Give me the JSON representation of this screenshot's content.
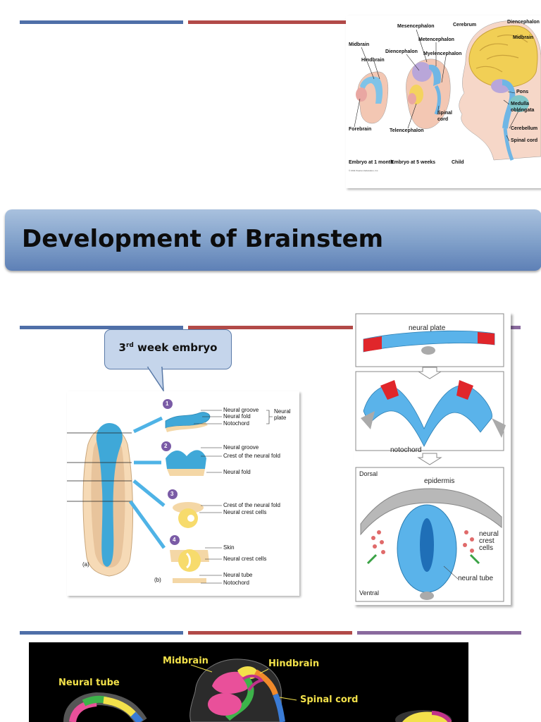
{
  "title": "Development of Brainstem",
  "callout": {
    "ordinal": "3",
    "superscript": "rd",
    "text": " week embryo"
  },
  "figure_brain_development": {
    "labels": {
      "midbrain": "Midbrain",
      "hindbrain": "Hindbrain",
      "forebrain": "Forebrain",
      "mesencephalon": "Mesencephalon",
      "metencephalon": "Metencephalon",
      "diencephalon": "Diencephalon",
      "myelencephalon": "Myelencephalon",
      "spinal_cord": "Spinal cord",
      "telencephalon": "Telencephalon",
      "cerebrum": "Cerebrum",
      "diencephalon_right": "Diencephalon",
      "midbrain_right": "Midbrain",
      "pons": "Pons",
      "medulla": "Medulla oblongata",
      "cerebellum": "Cerebellum",
      "spinalcord_right": "Spinal cord",
      "caption_1month": "Embryo at 1 month",
      "caption_5weeks": "Embryo at 5 weeks",
      "caption_child": "Child",
      "copyright": "© 2011 Pearson Education, Inc."
    }
  },
  "figure_neural_fold": {
    "steps": [
      "1",
      "2",
      "3",
      "4"
    ],
    "labels": {
      "s1_groove": "Neural groove",
      "s1_fold": "Neural fold",
      "s1_notochord": "Notochord",
      "s1_plate": "Neural plate",
      "s2_groove": "Neural groove",
      "s2_crest": "Crest of the neural fold",
      "s2_fold": "Neural fold",
      "s3_crest": "Crest of the neural fold",
      "s3_cells": "Neural crest cells",
      "s4_skin": "Skin",
      "s4_cells": "Neural crest cells",
      "s4_tube": "Neural tube",
      "s4_notochord": "Notochord",
      "panel_a": "(a)",
      "panel_b": "(b)"
    }
  },
  "figure_neural_tube": {
    "labels": {
      "neural_plate": "neural plate",
      "notochord": "notochord",
      "dorsal": "Dorsal",
      "epidermis": "epidermis",
      "neural_crest": "neural crest cells",
      "neural_tube": "neural tube",
      "ventral": "Ventral"
    }
  },
  "figure_brain_regions": {
    "labels": {
      "midbrain": "Midbrain",
      "hindbrain": "Hindbrain",
      "neural_tube": "Neural tube",
      "spinal_cord": "Spinal cord"
    }
  },
  "colors": {
    "blue_bar": "#4f6fa8",
    "red_bar": "#b24a48",
    "purple_bar": "#8a6a9e",
    "banner": "#7f9fc9"
  }
}
